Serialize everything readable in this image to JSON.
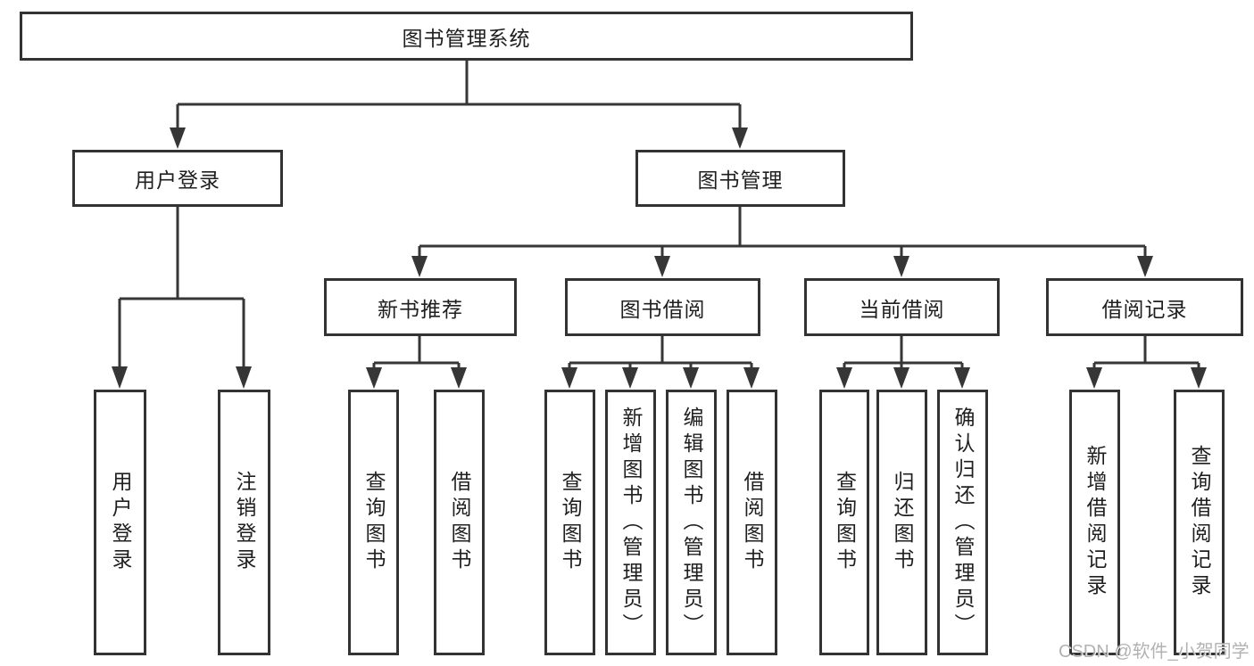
{
  "title": {
    "label": "图书管理系统"
  },
  "user_branch": {
    "label": "用户登录",
    "leaves": [
      "用户登录",
      "注销登录"
    ]
  },
  "book_branch": {
    "label": "图书管理",
    "sections": [
      {
        "label": "新书推荐",
        "leaves": [
          "查询图书",
          "借阅图书"
        ]
      },
      {
        "label": "图书借阅",
        "leaves": [
          "查询图书",
          "新增图书（管理员）",
          "编辑图书（管理员）",
          "借阅图书"
        ]
      },
      {
        "label": "当前借阅",
        "leaves": [
          "查询图书",
          "归还图书",
          "确认归还（管理员）"
        ]
      },
      {
        "label": "借阅记录",
        "leaves": [
          "新增借阅记录",
          "查询借阅记录"
        ]
      }
    ]
  },
  "watermark": {
    "text": "CSDN @软件_小贺同学"
  },
  "colors": {
    "line": "#363636",
    "border": "#333333",
    "text": "#1f1f1f",
    "watermark": "#a5a5a5",
    "background": "#ffffff"
  }
}
